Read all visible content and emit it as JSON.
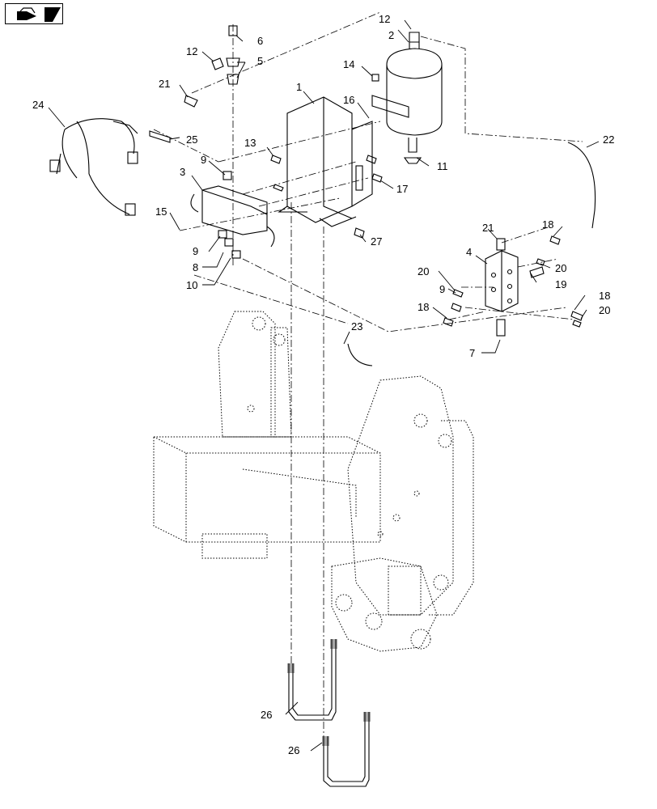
{
  "nav": {
    "icon": "exploded-view-back-icon"
  },
  "callouts": {
    "c1": "1",
    "c2": "2",
    "c3": "3",
    "c4": "4",
    "c5": "5",
    "c6": "6",
    "c7": "7",
    "c8": "8",
    "c9a": "9",
    "c9b": "9",
    "c9c": "9",
    "c10": "10",
    "c11": "11",
    "c12a": "12",
    "c12b": "12",
    "c13": "13",
    "c14": "14",
    "c15": "15",
    "c16": "16",
    "c17": "17",
    "c18a": "18",
    "c18b": "18",
    "c18c": "18",
    "c19": "19",
    "c20a": "20",
    "c20b": "20",
    "c20c": "20",
    "c21a": "21",
    "c21b": "21",
    "c22": "22",
    "c23": "23",
    "c24": "24",
    "c25": "25",
    "c26a": "26",
    "c26b": "26",
    "c27": "27"
  }
}
